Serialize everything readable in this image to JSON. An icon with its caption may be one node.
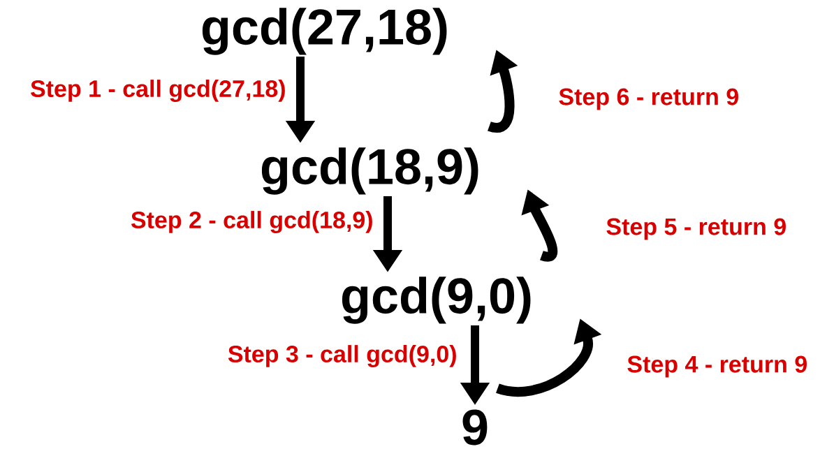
{
  "diagram": {
    "nodes": [
      {
        "text": [
          "gcd(27,18)"
        ]
      },
      {
        "text": [
          "gcd(18,9)"
        ]
      },
      {
        "text": [
          "gcd(9,0)"
        ]
      },
      {
        "text": [
          "9"
        ]
      }
    ],
    "edges": [
      {
        "from": 0,
        "to": 1,
        "arrow": "to",
        "label": "Step 1 - call gcd(27,18)"
      },
      {
        "from": 1,
        "to": 2,
        "arrow": "to",
        "label": "Step 2 - call gcd(18,9)"
      },
      {
        "from": 2,
        "to": 3,
        "arrow": "to",
        "label": "Step 3 - call gcd(9,0)"
      },
      {
        "from": 3,
        "to": 2,
        "arrow": "to",
        "label": "Step 4 - return 9"
      },
      {
        "from": 2,
        "to": 1,
        "arrow": "to",
        "label": "Step 5 - return 9"
      },
      {
        "from": 1,
        "to": 0,
        "arrow": "to",
        "label": "Step 6 - return 9"
      }
    ]
  }
}
